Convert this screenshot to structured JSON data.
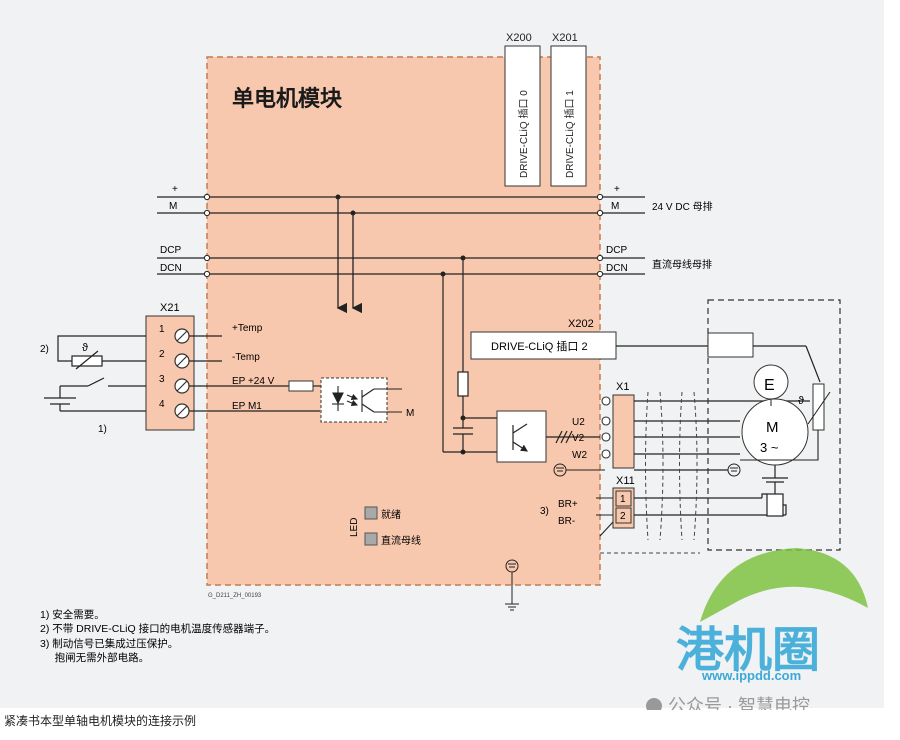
{
  "module": {
    "title": "单电机模块",
    "drawing_id": "G_D211_ZH_00193",
    "color": "#f8c8ae",
    "border_color": "#c57b4e"
  },
  "connectors": {
    "x200": {
      "name": "X200",
      "slot": "DRIVE-CLiQ 插口 0"
    },
    "x201": {
      "name": "X201",
      "slot": "DRIVE-CLiQ 插口 1"
    },
    "x202": {
      "name": "X202",
      "slot": "DRIVE-CLiQ 插口 2"
    },
    "x21": {
      "name": "X21",
      "pins": [
        "1",
        "2",
        "3",
        "4"
      ]
    },
    "x1": {
      "name": "X1",
      "pins": [
        "U2",
        "V2",
        "W2"
      ]
    },
    "x11": {
      "name": "X11",
      "pins": [
        "1",
        "2"
      ],
      "signals": [
        "BR+",
        "BR-"
      ]
    }
  },
  "busbars": {
    "plus": "+",
    "m": "M",
    "dcp": "DCP",
    "dcn": "DCN",
    "label_24v": "24 V DC 母排",
    "label_dc": "直流母线母排"
  },
  "x21_signals": [
    "+Temp",
    "-Temp",
    "EP +24 V",
    "EP M1"
  ],
  "optocoupler_out": "M",
  "motor": {
    "encoder": "E",
    "motor_label": "M",
    "phase_label": "3 ~",
    "theta": "ϑ"
  },
  "leds": {
    "label": "LED",
    "ready": "就绪",
    "dc_link": "直流母线",
    "color": "#a9a9a9"
  },
  "notes_markers": {
    "n1": "1)",
    "n2": "2)",
    "n3": "3)"
  },
  "notes": [
    "1)  安全需要。",
    "2)  不带 DRIVE-CLiQ 接口的电机温度传感器端子。",
    "3)  制动信号已集成过压保护。",
    "     抱闸无需外部电路。"
  ],
  "caption": "紧凑书本型单轴电机模块的连接示例",
  "watermark": {
    "logo": "港机圈",
    "site": "www.ippdd.com",
    "account": "公众号 · 智慧电控",
    "color": "#3aa9d8"
  }
}
